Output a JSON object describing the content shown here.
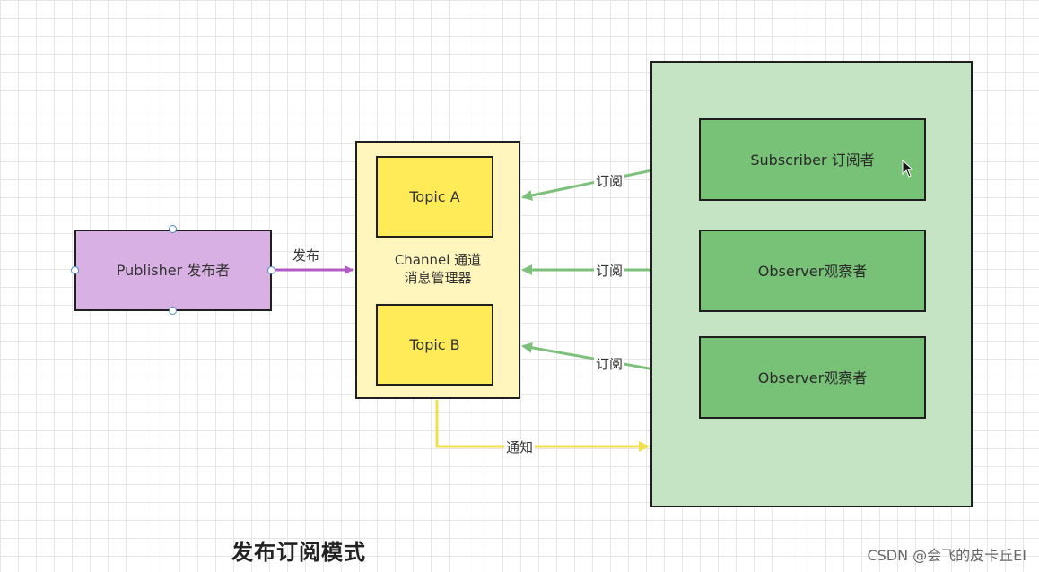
{
  "title": "发布订阅模式",
  "watermark": "CSDN @会飞的皮卡丘EI",
  "publisher": {
    "label": "Publisher 发布者"
  },
  "channel": {
    "label_line1": "Channel 通道",
    "label_line2": "消息管理器",
    "topics": [
      "Topic A",
      "Topic B"
    ]
  },
  "subscribers": [
    {
      "label": "Subscriber 订阅者"
    },
    {
      "label": "Observer观察者"
    },
    {
      "label": "Observer观察者"
    }
  ],
  "edges": {
    "publish": "发布",
    "subscribe": [
      "订阅",
      "订阅",
      "订阅"
    ],
    "notify": "通知"
  },
  "colors": {
    "publisher_fill": "#d9b0e3",
    "publish_arrow": "#b05cc4",
    "channel_fill": "#fff6bd",
    "topic_fill": "#ffea57",
    "group_fill": "#c4e4c4",
    "subscriber_fill": "#78c278",
    "subscribe_arrow": "#7cc07a",
    "notify_arrow": "#f0e050"
  }
}
